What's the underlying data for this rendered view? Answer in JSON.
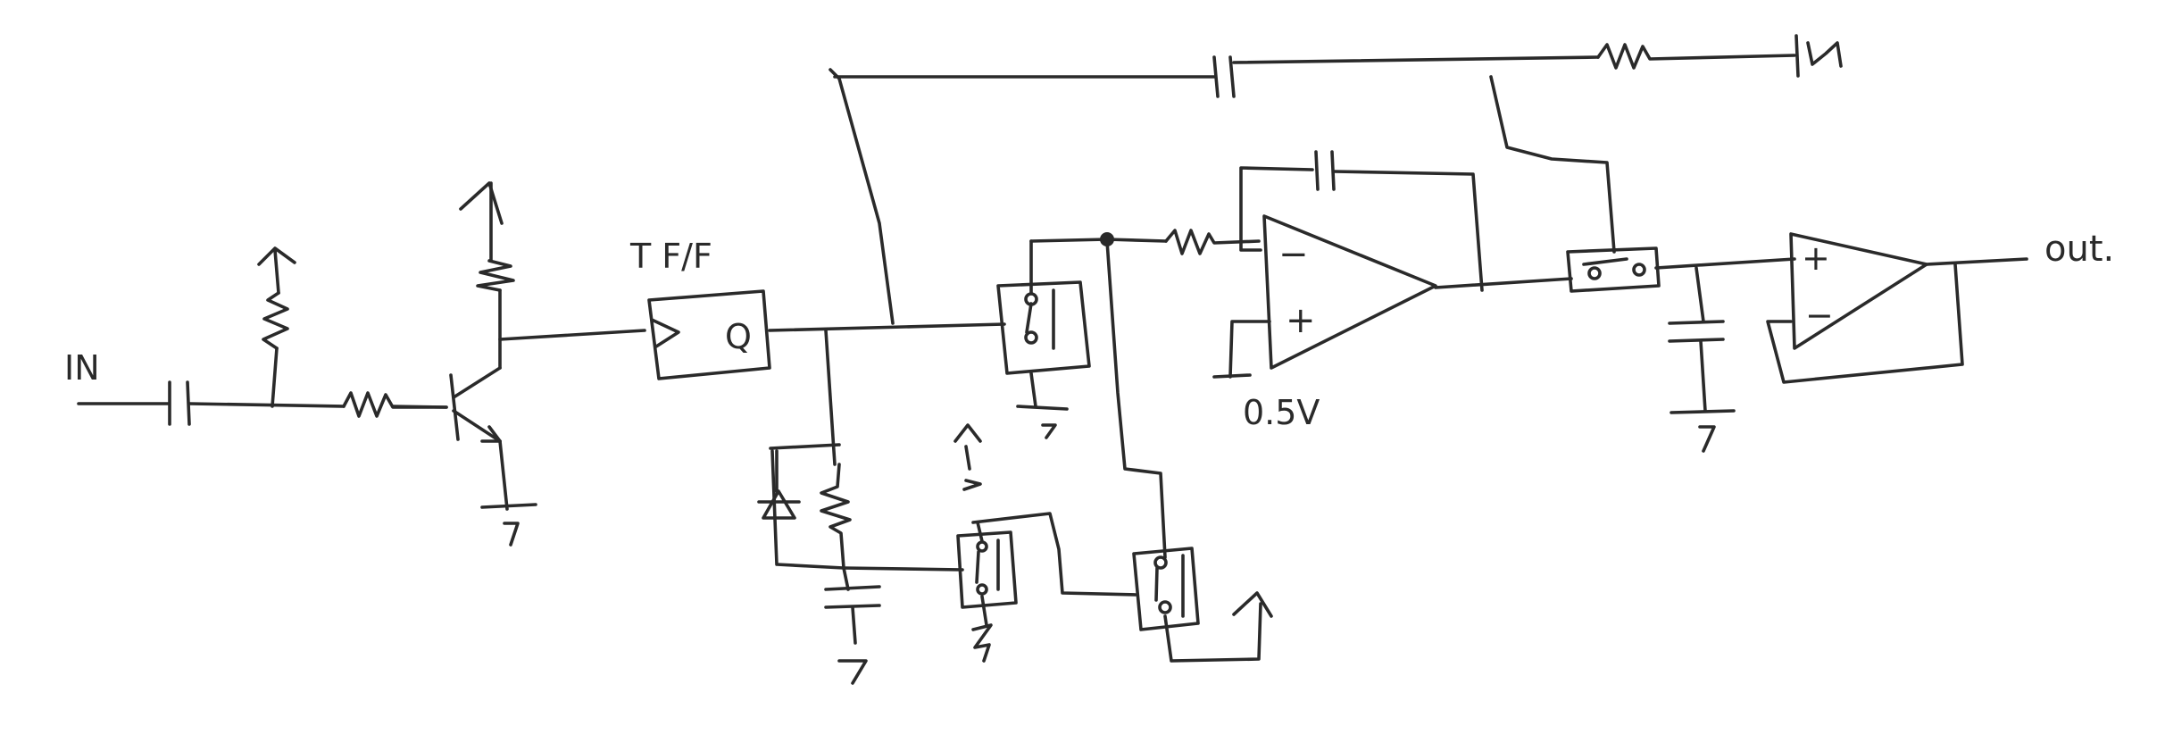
{
  "diagram": {
    "labels": {
      "input": "IN",
      "flipflop_title": "T F/F",
      "flipflop_output": "Q",
      "opamp1_minus": "−",
      "opamp1_plus": "+",
      "reference": "0.5V",
      "opamp2_plus": "+",
      "opamp2_minus": "−",
      "output": "out."
    },
    "ink_color": "#2a2a2a",
    "paper_color": "#ffffff"
  }
}
